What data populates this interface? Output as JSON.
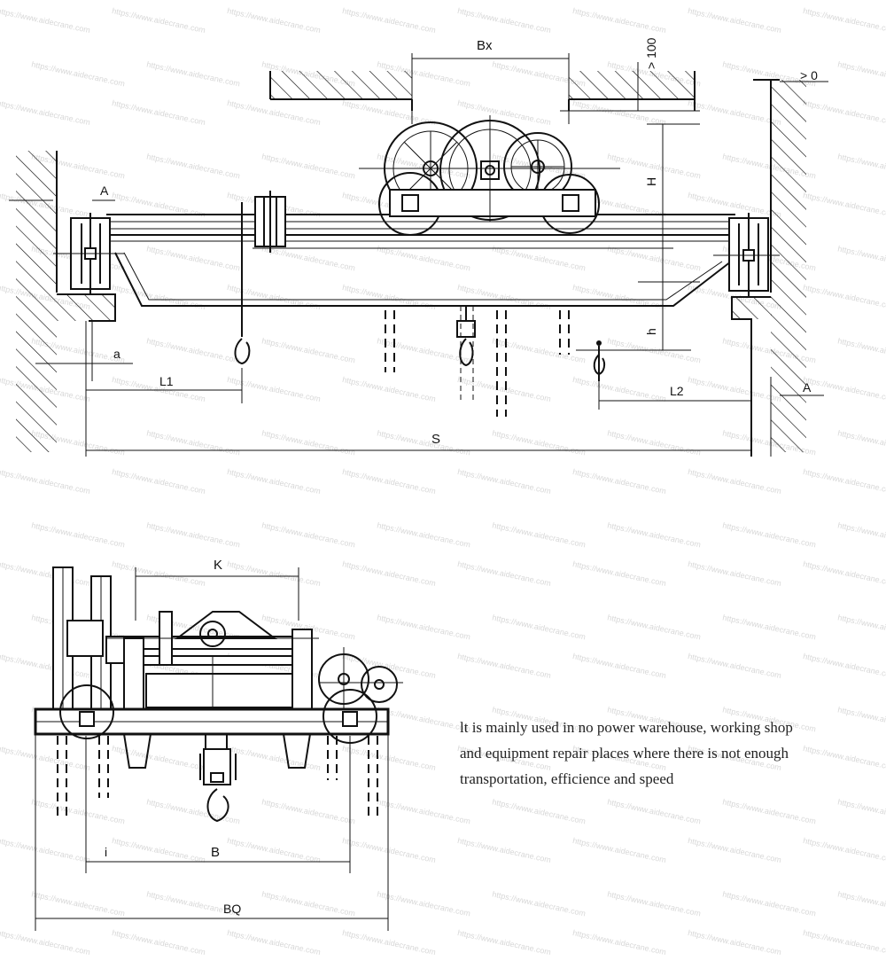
{
  "watermark": "https://www.aidecrane.com",
  "top_view": {
    "labels": {
      "bx": "Bx",
      "gt100": "> 100",
      "gt0": "> 0",
      "H": "H",
      "h": "h",
      "A_left": "A",
      "A_right": "A",
      "a": "a",
      "L1": "L1",
      "L2": "L2",
      "S": "S"
    }
  },
  "bottom_view": {
    "labels": {
      "K": "K",
      "B": "B",
      "i": "i",
      "BQ": "BQ"
    }
  },
  "description": {
    "line1": "lt is mainly used in no power warehouse, working shop",
    "line2": "and equipment repair places where there is not enough",
    "line3": "transportation, efficience and speed"
  }
}
